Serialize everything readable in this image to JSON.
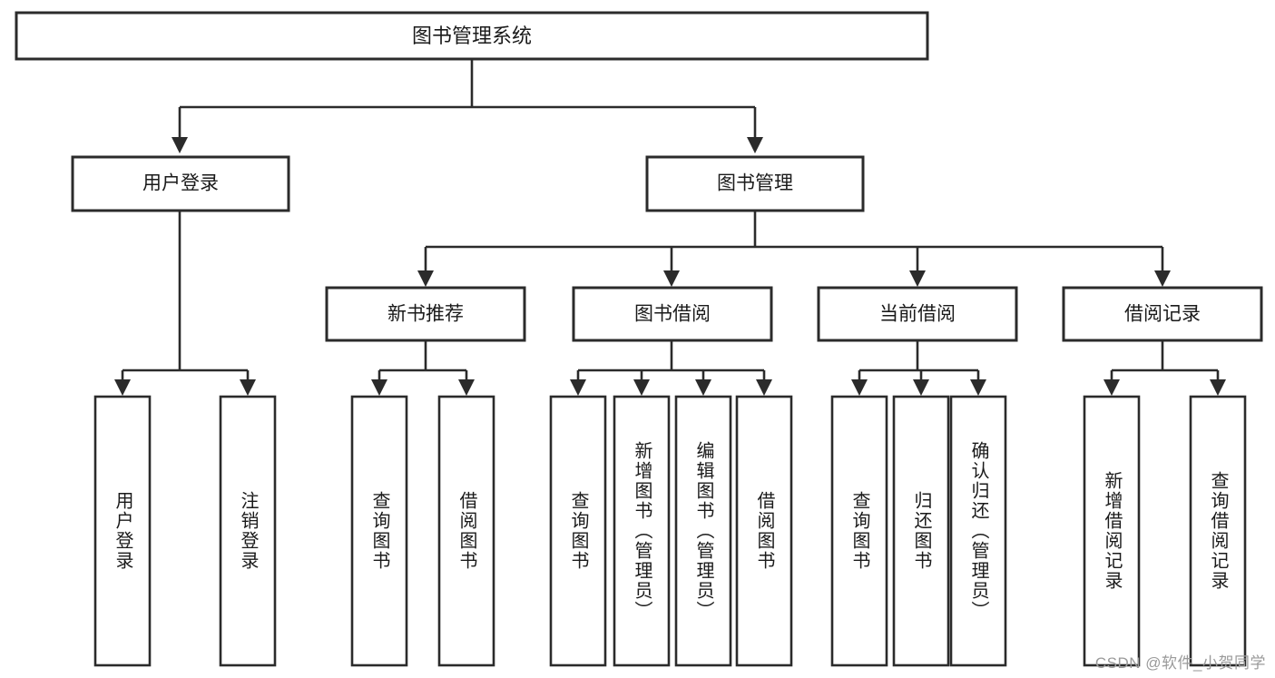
{
  "diagram": {
    "type": "hierarchy-tree",
    "title_box": {
      "label": "图书管理系统"
    },
    "level2": [
      {
        "id": "user-login",
        "label": "用户登录"
      },
      {
        "id": "book-management",
        "label": "图书管理"
      }
    ],
    "level3": [
      {
        "id": "new-book-recommend",
        "label": "新书推荐"
      },
      {
        "id": "book-borrow",
        "label": "图书借阅"
      },
      {
        "id": "current-borrow",
        "label": "当前借阅"
      },
      {
        "id": "borrow-record",
        "label": "借阅记录"
      }
    ],
    "leaves": {
      "user_login": [
        {
          "id": "leaf-user-login",
          "label": "用户登录"
        },
        {
          "id": "leaf-logout-login",
          "label": "注销登录"
        }
      ],
      "new_book_recommend": [
        {
          "id": "leaf-query-book-1",
          "label": "查询图书"
        },
        {
          "id": "leaf-borrow-book-1",
          "label": "借阅图书"
        }
      ],
      "book_borrow": [
        {
          "id": "leaf-query-book-2",
          "label": "查询图书"
        },
        {
          "id": "leaf-add-book-admin",
          "label": "新增图书（管理员）"
        },
        {
          "id": "leaf-edit-book-admin",
          "label": "编辑图书（管理员）"
        },
        {
          "id": "leaf-borrow-book-2",
          "label": "借阅图书"
        }
      ],
      "current_borrow": [
        {
          "id": "leaf-query-book-3",
          "label": "查询图书"
        },
        {
          "id": "leaf-return-book",
          "label": "归还图书"
        },
        {
          "id": "leaf-confirm-return-admin",
          "label": "确认归还（管理员）"
        }
      ],
      "borrow_record": [
        {
          "id": "leaf-add-borrow-record",
          "label": "新增借阅记录"
        },
        {
          "id": "leaf-query-borrow-record",
          "label": "查询借阅记录"
        }
      ]
    }
  },
  "watermark": {
    "text": "CSDN @软件_小贺同学"
  },
  "colors": {
    "stroke": "#2b2b2b",
    "box_fill": "#ffffff",
    "text": "#1a1a1a",
    "watermark": "#9a9a9a",
    "background": "#ffffff"
  }
}
